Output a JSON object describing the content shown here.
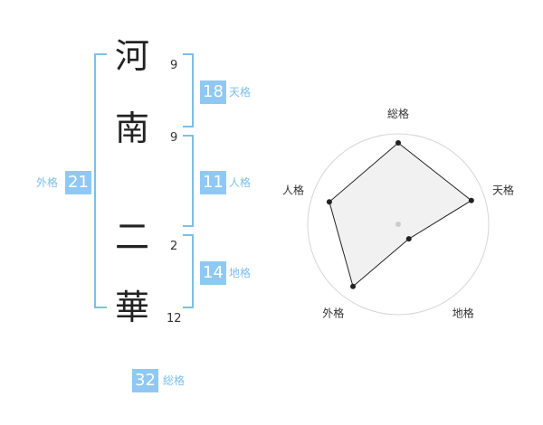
{
  "name": {
    "chars": [
      {
        "char": "河",
        "strokes": "9"
      },
      {
        "char": "南",
        "strokes": "9"
      },
      {
        "char": "二",
        "strokes": "2"
      },
      {
        "char": "華",
        "strokes": "12"
      }
    ]
  },
  "kaku": {
    "tenkaku": {
      "value": "18",
      "label": "天格"
    },
    "jinkaku": {
      "value": "11",
      "label": "人格"
    },
    "chikaku": {
      "value": "14",
      "label": "地格"
    },
    "gaikaku": {
      "value": "21",
      "label": "外格"
    },
    "soukaku": {
      "value": "32",
      "label": "総格"
    }
  },
  "colors": {
    "accent": "#8fc9f3",
    "bracket": "#7cbfe8",
    "label": "#7cbfe8"
  },
  "chart_data": {
    "type": "radar",
    "axes": [
      "総格",
      "天格",
      "地格",
      "外格",
      "人格"
    ],
    "values": [
      0.9,
      0.85,
      0.2,
      0.85,
      0.8
    ],
    "max": 1,
    "rings": 5,
    "grid": true
  }
}
